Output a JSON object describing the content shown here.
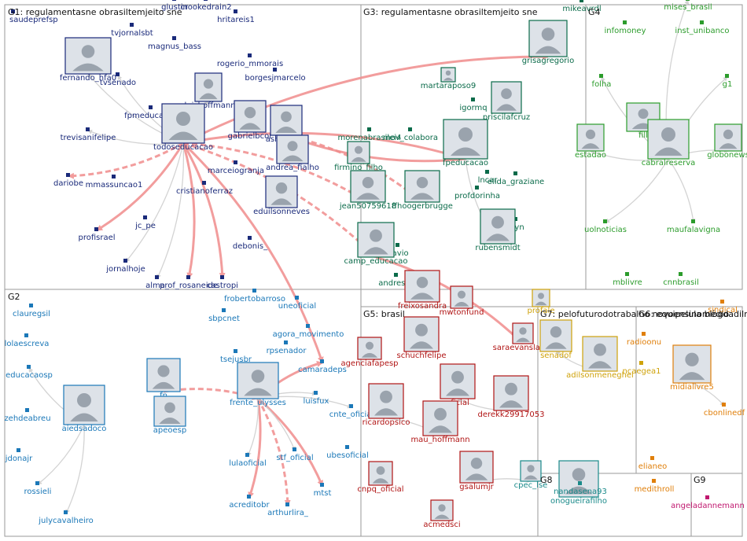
{
  "colors": {
    "G1": "#1a2a7a",
    "G2": "#1b78b8",
    "G3": "#0b6b4a",
    "G4": "#2c9c2c",
    "G5": "#b11515",
    "G6": "#e07f0a",
    "G7": "#cfa20a",
    "G8": "#1a8a8a",
    "G9": "#c0186f",
    "edge": "#cfcfcf",
    "edgeStrong": "#f08c8c",
    "border": "#9a9a9a"
  },
  "groups": [
    {
      "id": "G1",
      "label": "G1: regulamentasne obrasiltemjeito sne"
    },
    {
      "id": "G2",
      "label": "G2"
    },
    {
      "id": "G3",
      "label": "G3: regulamentasne obrasiltemjeito sne"
    },
    {
      "id": "G4",
      "label": "G4"
    },
    {
      "id": "G5",
      "label": "G5: brasil"
    },
    {
      "id": "G6",
      "label": "G6: equipelula blogdadilma lula"
    },
    {
      "id": "G7",
      "label": "G7: pelofuturodotrabalho novoensinomédio"
    },
    {
      "id": "G8",
      "label": "G8"
    },
    {
      "id": "G9",
      "label": "G9"
    }
  ],
  "nodes": [
    {
      "id": "saudeprefsp",
      "label": "saudeprefsp",
      "group": "G1"
    },
    {
      "id": "glustin",
      "label": "glustin",
      "group": "G1"
    },
    {
      "id": "crookedrain2",
      "label": "crookedrain2",
      "group": "G1"
    },
    {
      "id": "hritareis1",
      "label": "hritareis1",
      "group": "G1"
    },
    {
      "id": "tvjornalsbt",
      "label": "tvjornalsbt",
      "group": "G1"
    },
    {
      "id": "magnus_bass",
      "label": "magnus_bass",
      "group": "G1"
    },
    {
      "id": "rogerio_mmorais",
      "label": "rogerio_mmorais",
      "group": "G1"
    },
    {
      "id": "tvsenado",
      "label": "tvsenado",
      "group": "G1"
    },
    {
      "id": "borgesjmarcelo",
      "label": "borgesjmarcelo",
      "group": "G1"
    },
    {
      "id": "fernando_hfa0",
      "label": "fernando_hfa0",
      "group": "G1",
      "photo": true
    },
    {
      "id": "rluizhoffmann",
      "label": "rluizhoffmann",
      "group": "G1",
      "photo": true
    },
    {
      "id": "fpmeducacao",
      "label": "fpmeducacao",
      "group": "G1"
    },
    {
      "id": "trevisanifelipe",
      "label": "trevisanifelipe",
      "group": "G1"
    },
    {
      "id": "todoseducacao",
      "label": "todoseducacao",
      "group": "G1",
      "photo": true
    },
    {
      "id": "gabrielbcor",
      "label": "gabrielbcor",
      "group": "G1",
      "photo": true
    },
    {
      "id": "ashbonfim",
      "label": "ashbonfim",
      "group": "G1",
      "photo": true
    },
    {
      "id": "andrea_fialho",
      "label": "andrea_fialho",
      "group": "G1",
      "photo": true
    },
    {
      "id": "dariobe",
      "label": "dariobe",
      "group": "G1"
    },
    {
      "id": "mmassuncao1",
      "label": "mmassuncao1",
      "group": "G1"
    },
    {
      "id": "marceiogranja",
      "label": "marceiogranja",
      "group": "G1"
    },
    {
      "id": "cristianoferraz",
      "label": "cristianoferraz",
      "group": "G1"
    },
    {
      "id": "eduilsonneves",
      "label": "eduilsonneves",
      "group": "G1",
      "photo": true
    },
    {
      "id": "jc_pe",
      "label": "jc_pe",
      "group": "G1"
    },
    {
      "id": "profisrael",
      "label": "profisrael",
      "group": "G1"
    },
    {
      "id": "debonis_",
      "label": "debonis_",
      "group": "G1"
    },
    {
      "id": "jornalhoje",
      "label": "jornalhoje",
      "group": "G1"
    },
    {
      "id": "alma_",
      "label": "alma_",
      "group": "G1"
    },
    {
      "id": "prof_rosaneide",
      "label": "prof_rosaneide",
      "group": "G1"
    },
    {
      "id": "castropi",
      "label": "castropi",
      "group": "G1"
    },
    {
      "id": "mikeavrdl",
      "label": "mikeavrdl",
      "group": "G3"
    },
    {
      "id": "grisagregorio",
      "label": "grisagregorio",
      "group": "G3",
      "photo": true
    },
    {
      "id": "martaraposo9",
      "label": "martaraposo9",
      "group": "G3",
      "photo": true
    },
    {
      "id": "igormq",
      "label": "igormq",
      "group": "G3"
    },
    {
      "id": "priscilafcruz",
      "label": "priscilafcruz",
      "group": "G3",
      "photo": true
    },
    {
      "id": "morenabrasilei4",
      "label": "morenabrasilei4",
      "group": "G3"
    },
    {
      "id": "mov_colabora",
      "label": "mov_colabora",
      "group": "G3"
    },
    {
      "id": "firmino_filho",
      "label": "firmino_filho",
      "group": "G3",
      "photo": true
    },
    {
      "id": "fpeducacao",
      "label": "fpeducacao",
      "group": "G3",
      "photo": true
    },
    {
      "id": "lncar",
      "label": "lncar",
      "group": "G3"
    },
    {
      "id": "elida_graziane",
      "label": "elida_graziane",
      "group": "G3"
    },
    {
      "id": "profdorinha",
      "label": "profdorinha",
      "group": "G3"
    },
    {
      "id": "jean50759618",
      "label": "jean50759618",
      "group": "G3",
      "photo": true
    },
    {
      "id": "ffhoogerbrugge",
      "label": "ffhoogerbrugge",
      "group": "G3",
      "photo": true
    },
    {
      "id": "mari",
      "label": "mari",
      "group": "G3"
    },
    {
      "id": "ulyn",
      "label": "ulyn",
      "group": "G3"
    },
    {
      "id": "flavio",
      "label": "flavio",
      "group": "G3"
    },
    {
      "id": "rubensmidt",
      "label": "rubensmidt",
      "group": "G3",
      "photo": true
    },
    {
      "id": "camp_educacao",
      "label": "camp_educacao",
      "group": "G3",
      "photo": true
    },
    {
      "id": "andressa",
      "label": "andressa",
      "group": "G3"
    },
    {
      "id": "mises_brasil",
      "label": "mises_brasil",
      "group": "G4"
    },
    {
      "id": "infomoney",
      "label": "infomoney",
      "group": "G4"
    },
    {
      "id": "inst_unibanco",
      "label": "inst_unibanco",
      "group": "G4"
    },
    {
      "id": "folha",
      "label": "folha",
      "group": "G4"
    },
    {
      "id": "g1",
      "label": "g1",
      "group": "G4"
    },
    {
      "id": "fill",
      "label": "fill",
      "group": "G4",
      "photo": true
    },
    {
      "id": "estadao",
      "label": "estadao",
      "group": "G4",
      "photo": true
    },
    {
      "id": "cabralreserva",
      "label": "cabralreserva",
      "group": "G4",
      "photo": true
    },
    {
      "id": "globonews",
      "label": "globonews",
      "group": "G4",
      "photo": true
    },
    {
      "id": "uolnoticias",
      "label": "uolnoticias",
      "group": "G4"
    },
    {
      "id": "maufalavigna",
      "label": "maufalavigna",
      "group": "G4"
    },
    {
      "id": "mblivre",
      "label": "mblivre",
      "group": "G4"
    },
    {
      "id": "cnnbrasil",
      "label": "cnnbrasil",
      "group": "G4"
    },
    {
      "id": "clauregsil",
      "label": "clauregsil",
      "group": "G2"
    },
    {
      "id": "lolaescreva",
      "label": "lolaescreva",
      "group": "G2"
    },
    {
      "id": "educacaosp",
      "label": "educacaosp",
      "group": "G2"
    },
    {
      "id": "zehdeabreu",
      "label": "zehdeabreu",
      "group": "G2"
    },
    {
      "id": "jdonajr",
      "label": "jdonajr",
      "group": "G2"
    },
    {
      "id": "rossieli",
      "label": "rossieli",
      "group": "G2"
    },
    {
      "id": "julycavalheiro",
      "label": "julycavalheiro",
      "group": "G2"
    },
    {
      "id": "aiedsadoco",
      "label": "aiedsadoco",
      "group": "G2",
      "photo": true
    },
    {
      "id": "froberto",
      "label": "frobertobarroso",
      "group": "G2"
    },
    {
      "id": "sbpcnet",
      "label": "sbpcnet",
      "group": "G2"
    },
    {
      "id": "tsejusbr",
      "label": "tsejusbr",
      "group": "G2"
    },
    {
      "id": "uneoficial",
      "label": "uneoficial",
      "group": "G2"
    },
    {
      "id": "agora_movimento",
      "label": "agora_movimento",
      "group": "G2"
    },
    {
      "id": "rpsenador",
      "label": "rpsenador",
      "group": "G2"
    },
    {
      "id": "camarade",
      "label": "camaradeps",
      "group": "G2"
    },
    {
      "id": "fnp",
      "label": "fn",
      "group": "G2",
      "photo": true
    },
    {
      "id": "apeoesp",
      "label": "apeoesp",
      "group": "G2",
      "photo": true
    },
    {
      "id": "frente_ulysses",
      "label": "frente_ulysses",
      "group": "G2",
      "photo": true
    },
    {
      "id": "luisfux",
      "label": "luisfux",
      "group": "G2"
    },
    {
      "id": "cnte_oficial",
      "label": "cnte_oficial",
      "group": "G2"
    },
    {
      "id": "ubesoficial",
      "label": "ubesoficial",
      "group": "G2"
    },
    {
      "id": "lulaoficial",
      "label": "lulaoficial",
      "group": "G2"
    },
    {
      "id": "stf_oficial",
      "label": "stf_oficial",
      "group": "G2"
    },
    {
      "id": "mtst",
      "label": "mtst",
      "group": "G2"
    },
    {
      "id": "acreditobr",
      "label": "acreditobr",
      "group": "G2"
    },
    {
      "id": "arthurlira_",
      "label": "arthurlira_",
      "group": "G2"
    },
    {
      "id": "freixosandra",
      "label": "freixosandra",
      "group": "G5",
      "photo": true
    },
    {
      "id": "agenciafapesp",
      "label": "agenciafapesp",
      "group": "G5",
      "photo": true
    },
    {
      "id": "schuchfelipe",
      "label": "schuchfelipe",
      "group": "G5",
      "photo": true
    },
    {
      "id": "mwtonfund",
      "label": "mwtonfund",
      "group": "G5",
      "photo": true
    },
    {
      "id": "oficial",
      "label": "oficial",
      "group": "G5",
      "photo": true
    },
    {
      "id": "ricardopsico",
      "label": "ricardopsico",
      "group": "G5",
      "photo": true
    },
    {
      "id": "mau_hoffmann",
      "label": "mau_hoffmann",
      "group": "G5",
      "photo": true
    },
    {
      "id": "derekk29917053",
      "label": "derekk29917053",
      "group": "G5",
      "photo": true
    },
    {
      "id": "cnpq_oficial",
      "label": "cnpq_oficial",
      "group": "G5",
      "photo": true
    },
    {
      "id": "gsalumjr",
      "label": "gsalumjr",
      "group": "G5",
      "photo": true
    },
    {
      "id": "acmedsci",
      "label": "acmedsci",
      "group": "G5",
      "photo": true
    },
    {
      "id": "saraevanslacks",
      "label": "saraevanslacks",
      "group": "G5",
      "photo": true
    },
    {
      "id": "profale",
      "label": "profale",
      "group": "G7",
      "photo": true
    },
    {
      "id": "senadof",
      "label": "senadof",
      "group": "G7",
      "photo": true
    },
    {
      "id": "adilsonmeneghel",
      "label": "adilsonmeneghel",
      "group": "G7",
      "photo": true
    },
    {
      "id": "ncaegea1",
      "label": "ncaegea1",
      "group": "G7"
    },
    {
      "id": "radioonu",
      "label": "radioonu",
      "group": "G6"
    },
    {
      "id": "blogdadilmasindical",
      "label": "sindical",
      "group": "G6"
    },
    {
      "id": "midialivre5",
      "label": "midialivre5",
      "group": "G6",
      "photo": true
    },
    {
      "id": "cbonlinedf",
      "label": "cbonlinedf",
      "group": "G6"
    },
    {
      "id": "elianeo",
      "label": "elianeo",
      "group": "G6"
    },
    {
      "id": "medithroll",
      "label": "medithroll",
      "group": "G6"
    },
    {
      "id": "cpec_lse",
      "label": "cpec_lse",
      "group": "G8",
      "photo": true
    },
    {
      "id": "onogueirafilho",
      "label": "onogueirafilho",
      "group": "G8",
      "photo": true
    },
    {
      "id": "nandasena93",
      "label": "nandasena93",
      "group": "G8"
    },
    {
      "id": "angeladannemann",
      "label": "angeladannemann",
      "group": "G9"
    }
  ],
  "edges": [
    {
      "from": "todoseducacao",
      "to": "profisrael",
      "strong": true
    },
    {
      "from": "todoseducacao",
      "to": "dariobe",
      "strong": true
    },
    {
      "from": "todoseducacao",
      "to": "prof_rosaneide",
      "strong": true
    },
    {
      "from": "todoseducacao",
      "to": "castropi",
      "strong": true
    },
    {
      "from": "todoseducacao",
      "to": "camp_educacao",
      "strong": true
    },
    {
      "from": "todoseducacao",
      "to": "fpeducacao",
      "strong": true
    },
    {
      "from": "todoseducacao",
      "to": "grisagregorio",
      "strong": true
    },
    {
      "from": "todoseducacao",
      "to": "jean50759618",
      "strong": true
    },
    {
      "from": "fpeducacao",
      "to": "ashbonfim",
      "strong": true
    },
    {
      "from": "camp_educacao",
      "to": "saraevanslacks",
      "strong": true
    },
    {
      "from": "ashbonfim",
      "to": "ffhoogerbrugge",
      "strong": true
    },
    {
      "from": "frente_ulysses",
      "to": "camarade",
      "strong": true
    },
    {
      "from": "frente_ulysses",
      "to": "acreditobr",
      "strong": true
    },
    {
      "from": "frente_ulysses",
      "to": "arthurlira_",
      "strong": true
    },
    {
      "from": "frente_ulysses",
      "to": "mtst",
      "strong": true
    },
    {
      "from": "todoseducacao",
      "to": "camarade",
      "strong": true
    },
    {
      "from": "fnp",
      "to": "frente_ulysses",
      "strong": true
    },
    {
      "from": "frente_ulysses",
      "to": "lulaoficial",
      "strong": false
    },
    {
      "from": "frente_ulysses",
      "to": "stf_oficial",
      "strong": false
    },
    {
      "from": "frente_ulysses",
      "to": "luisfux",
      "strong": false
    },
    {
      "from": "frente_ulysses",
      "to": "cnte_oficial",
      "strong": false
    },
    {
      "from": "aiedsadoco",
      "to": "educacaosp",
      "strong": false
    },
    {
      "from": "aiedsadoco",
      "to": "julycavalheiro",
      "strong": false
    },
    {
      "from": "aiedsadoco",
      "to": "rossieli",
      "strong": false
    },
    {
      "from": "cabralreserva",
      "to": "globonews",
      "strong": false
    },
    {
      "from": "cabralreserva",
      "to": "estadao",
      "strong": false
    },
    {
      "from": "cabralreserva",
      "to": "uolnoticias",
      "strong": false
    },
    {
      "from": "cabralreserva",
      "to": "mises_brasil",
      "strong": false
    },
    {
      "from": "cabralreserva",
      "to": "g1",
      "strong": false
    },
    {
      "from": "cabralreserva",
      "to": "maufalavigna",
      "strong": false
    },
    {
      "from": "cabralreserva",
      "to": "folha",
      "strong": false
    },
    {
      "from": "rubensmidt",
      "to": "fpeducacao",
      "strong": false
    },
    {
      "from": "midialivre5",
      "to": "cbonlinedf",
      "strong": false
    },
    {
      "from": "adilsonmeneghel",
      "to": "senadof",
      "strong": false
    },
    {
      "from": "todoseducacao",
      "to": "fernando_hfa0",
      "strong": false
    },
    {
      "from": "todoseducacao",
      "to": "tvsenado",
      "strong": false
    },
    {
      "from": "todoseducacao",
      "to": "rluizhoffmann",
      "strong": false
    },
    {
      "from": "todoseducacao",
      "to": "trevisanifelipe",
      "strong": false
    },
    {
      "from": "todoseducacao",
      "to": "jornalhoje",
      "strong": false
    },
    {
      "from": "todoseducacao",
      "to": "alma_",
      "strong": false
    },
    {
      "from": "ricardopsico",
      "to": "mau_hoffmann",
      "strong": false
    },
    {
      "from": "derekk29917053",
      "to": "oficial",
      "strong": false
    },
    {
      "from": "gsalumjr",
      "to": "cpec_lse",
      "strong": false
    }
  ]
}
